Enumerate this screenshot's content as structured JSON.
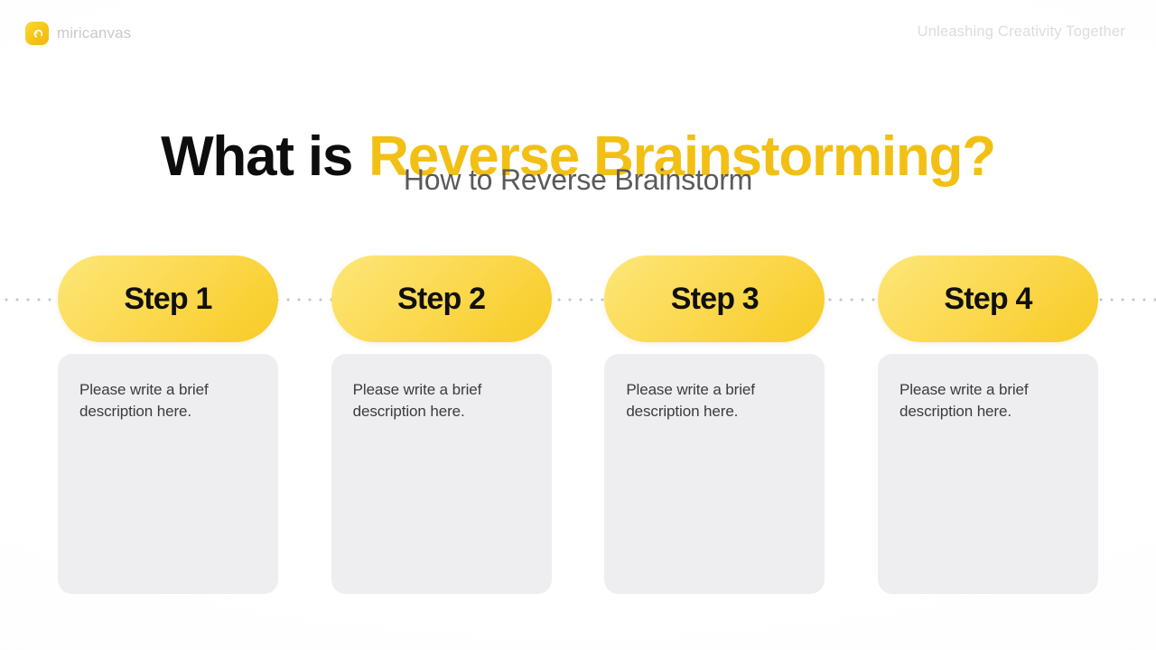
{
  "brand": {
    "name": "miricanvas",
    "logo_icon": "miricanvas-swirl-icon",
    "tagline": "Unleashing Creativity Together"
  },
  "title": {
    "part_dark": "What is",
    "part_accent": "Reverse Brainstorming?"
  },
  "subtitle": "How to Reverse Brainstorm",
  "colors": {
    "accent_yellow": "#F2C014",
    "pill_gradient_start": "#FDE87C",
    "pill_gradient_end": "#F7CB28",
    "card_background": "#EEEEF0",
    "title_dark": "#0D0D0D",
    "subtitle_gray": "#5A5A5E",
    "body_gray": "#3B3B3E",
    "brand_gray": "#C9CACE",
    "tagline_gray": "#DCDDE0",
    "dot_gray": "#C7C8CC",
    "page_background": "#FFFFFF"
  },
  "steps": [
    {
      "label": "Step 1",
      "description": "Please write a brief\ndescription here."
    },
    {
      "label": "Step 2",
      "description": "Please write a brief\ndescription here."
    },
    {
      "label": "Step 3",
      "description": "Please write a brief\ndescription here."
    },
    {
      "label": "Step 4",
      "description": "Please write a brief\ndescription here."
    }
  ]
}
